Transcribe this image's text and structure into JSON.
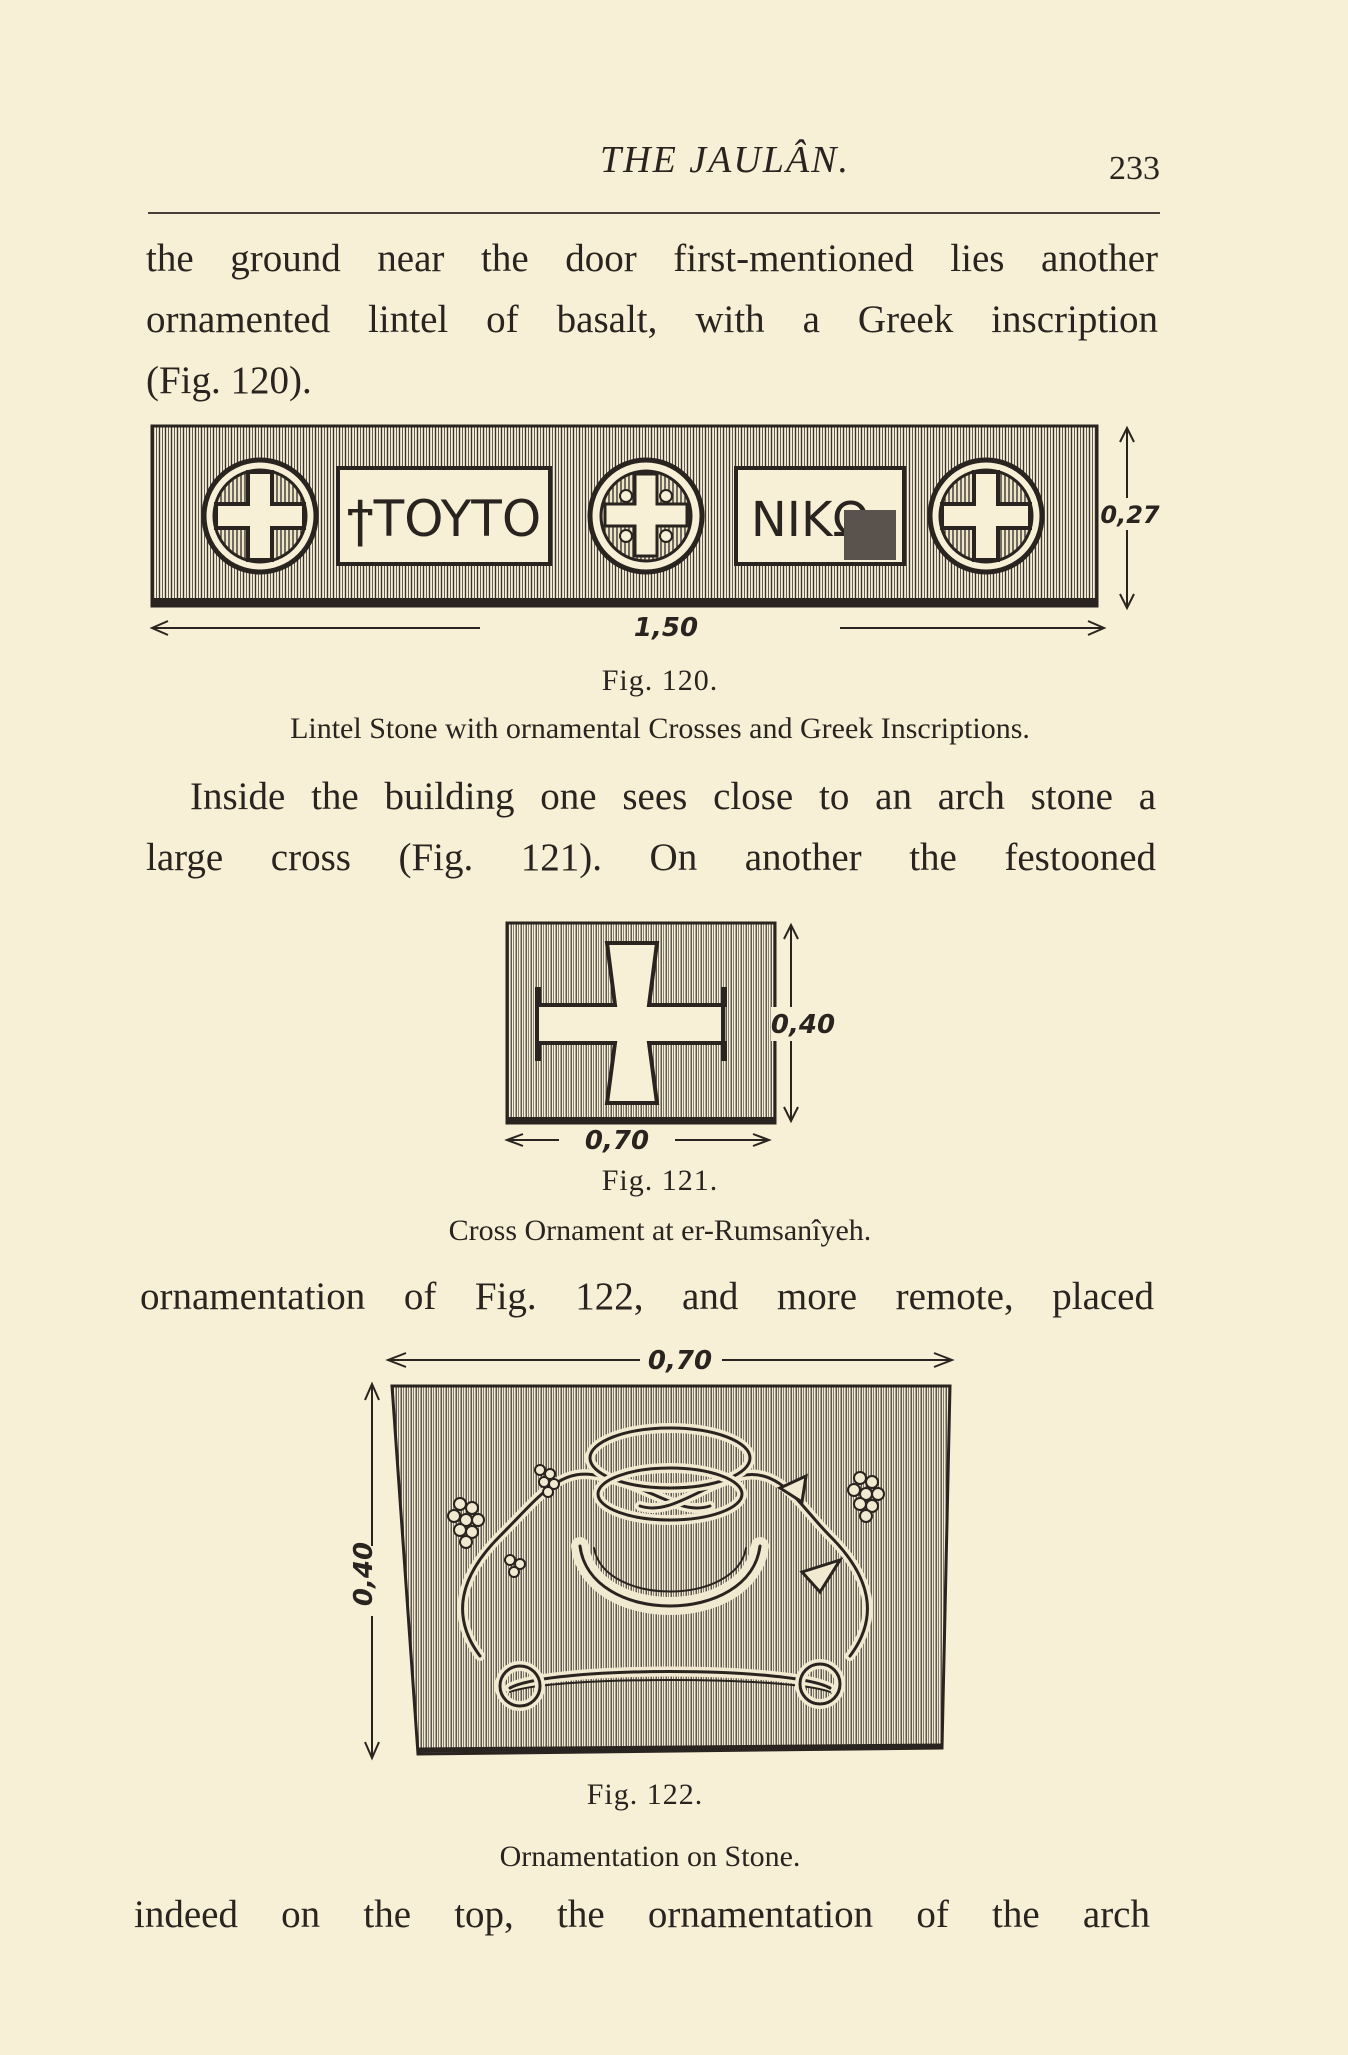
{
  "header": {
    "running_title": "THE JAULÂN.",
    "page_number": "233"
  },
  "paragraph_1": {
    "lines": [
      "the ground near the door first-mentioned lies another",
      "ornamented lintel of basalt, with a Greek inscription",
      "(Fig. 120)."
    ]
  },
  "figure_120": {
    "label": "Fig. 120.",
    "caption": "Lintel Stone with ornamental Crosses and Greek Inscriptions.",
    "inscription_left": "ϯTOYTO",
    "inscription_right": "NIKΩ",
    "dim_width": "1,50",
    "dim_height": "0,27"
  },
  "paragraph_2": {
    "lines": [
      "Inside the building one sees close to an arch stone a",
      "large cross (Fig. 121).   On another the festooned"
    ]
  },
  "figure_121": {
    "label": "Fig. 121.",
    "caption": "Cross Ornament at er-Rumsanîyeh.",
    "dim_width": "0,70",
    "dim_height": "0,40"
  },
  "paragraph_3": {
    "lines": [
      "ornamentation of Fig. 122, and more remote, placed"
    ]
  },
  "figure_122": {
    "label": "Fig. 122.",
    "caption": "Ornamentation on Stone.",
    "dim_width": "0,70",
    "dim_height": "0,40"
  },
  "paragraph_4": {
    "lines": [
      "indeed on the top, the ornamentation of the arch"
    ]
  }
}
